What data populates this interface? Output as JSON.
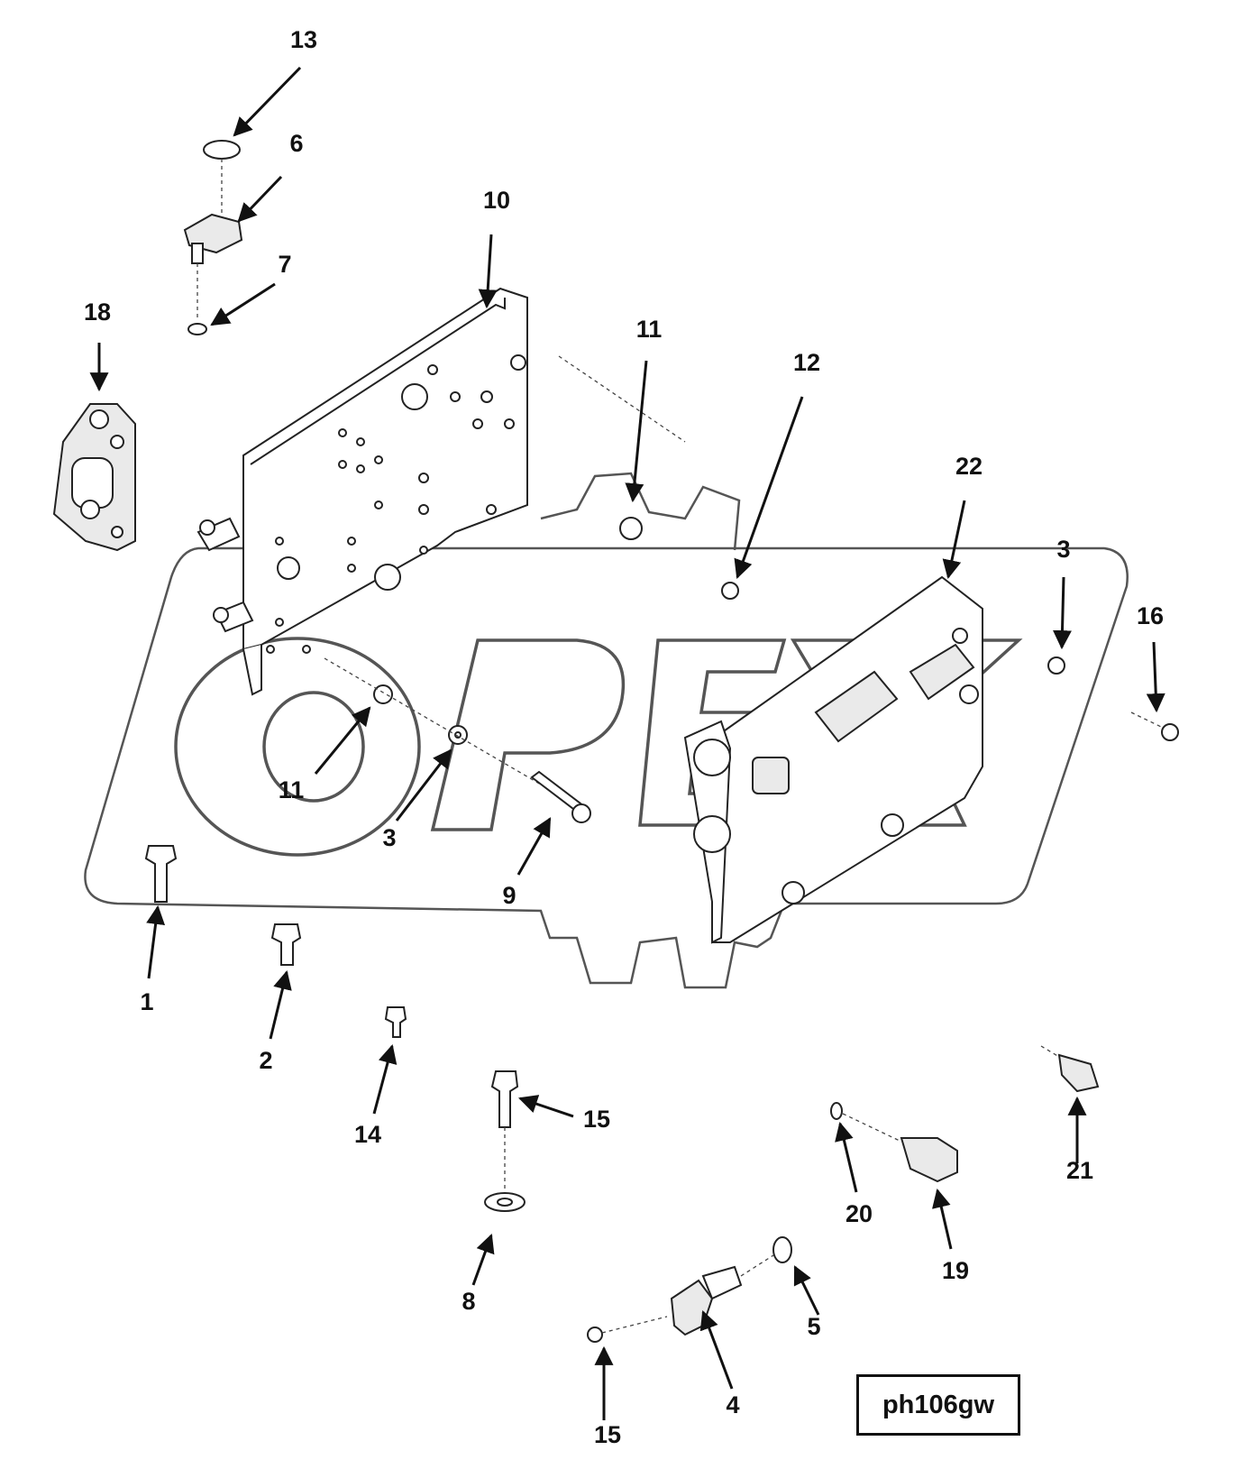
{
  "diagram": {
    "callouts": {
      "c1": "1",
      "c2": "2",
      "c3a": "3",
      "c3b": "3",
      "c4": "4",
      "c5": "5",
      "c6": "6",
      "c7": "7",
      "c8": "8",
      "c9": "9",
      "c10": "10",
      "c11a": "11",
      "c11b": "11",
      "c12": "12",
      "c13": "13",
      "c14": "14",
      "c15a": "15",
      "c15b": "15",
      "c16": "16",
      "c18": "18",
      "c19": "19",
      "c20": "20",
      "c21": "21",
      "c22": "22"
    },
    "reference_code": "ph106gw"
  }
}
